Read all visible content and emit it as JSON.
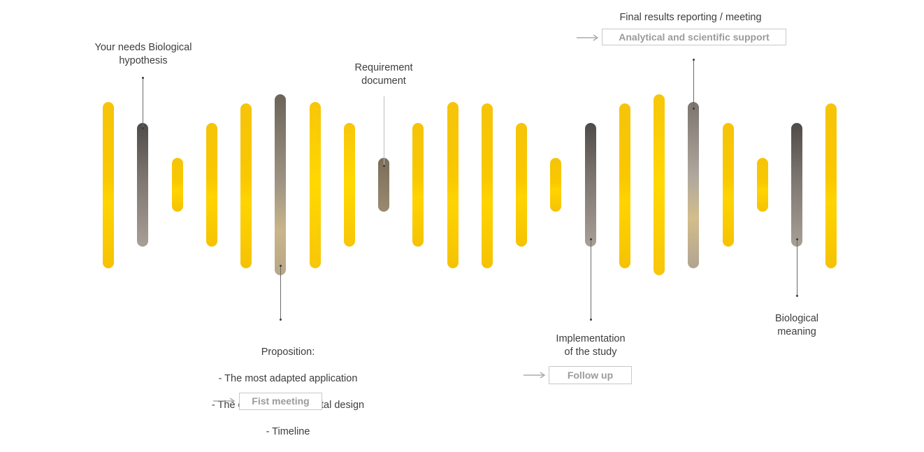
{
  "labels": {
    "needs": "Your needs Biological\nhypothesis",
    "requirement": "Requirement\ndocument",
    "final": "Final results reporting / meeting",
    "proposition_title": "Proposition:",
    "proposition_items": [
      "- The most adapted application",
      "- The optimal experimental design",
      "- Timeline"
    ],
    "implementation": "Implementation\nof the study",
    "meaning": "Biological\nmeaning"
  },
  "tags": {
    "analytical": "Analytical and scientific support",
    "first_meeting": "Fist meeting",
    "follow_up": "Follow up"
  },
  "colors": {
    "gold": "#f9c800",
    "gray": "#7d7670",
    "tag_text": "#9b9b9b"
  },
  "arrow_icon": "right-arrow-icon"
}
